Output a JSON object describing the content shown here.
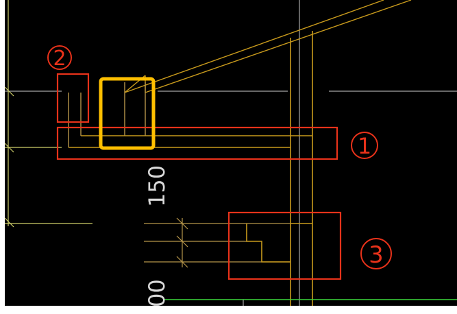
{
  "viewport": {
    "background": "#000000",
    "border": "#ffffff"
  },
  "dimensions": {
    "dim_150": "150",
    "dim_partial": "00"
  },
  "markers": {
    "m1": "1",
    "m2": "2",
    "m3": "3"
  },
  "colors": {
    "annotation_red": "#e8321a",
    "highlight_orange": "#ffbf00",
    "wall_gold": "#c89a1c",
    "wall_tan": "#b6964a",
    "dim_yellow": "#cfcf6a",
    "axis_grey": "#a7a7a7",
    "ground_green": "#3ad63a"
  },
  "icons": {
    "circled_marker": "circled-number-icon"
  }
}
